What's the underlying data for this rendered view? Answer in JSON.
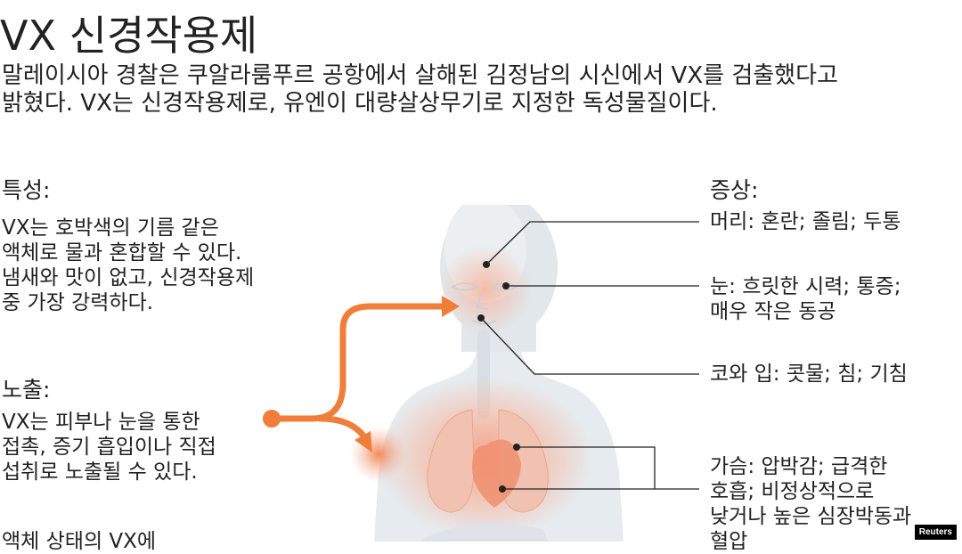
{
  "title": "VX 신경작용제",
  "intro": [
    "말레이시아 경찰은 쿠알라룸푸르 공항에서 살해된 김정남의 시신에서 VX를 검출했다고",
    "밝혔다. VX는 신경작용제로, 유엔이 대량살상무기로 지정한 독성물질이다."
  ],
  "properties": {
    "heading": "특성:",
    "lines": [
      "VX는 호박색의 기름 같은",
      "액체로 물과 혼합할 수 있다.",
      "냄새와 맛이 없고, 신경작용제",
      "중 가장 강력하다."
    ]
  },
  "exposure": {
    "heading": "노출:",
    "lines": [
      "VX는 피부나 눈을 통한",
      "접촉, 증기 흡입이나 직접",
      "섭취로 노출될 수 있다."
    ],
    "cut_line": "액체 상태의 VX에"
  },
  "symptoms": {
    "heading": "증상:",
    "head": "머리: 혼란; 졸림; 두통",
    "eyes": [
      "눈: 흐릿한 시력; 통증;",
      "매우 작은 동공"
    ],
    "nose_mouth": "코와 입: 콧물; 침; 기침",
    "chest": [
      "가슴: 압박감; 급격한",
      "호흡; 비정상적으로",
      "낮거나 높은 심장박동과",
      "혈압"
    ]
  },
  "credit": "Reuters",
  "colors": {
    "accent": "#f07d3a",
    "body": "#e6ebef",
    "organs": "#f3b9a6"
  }
}
